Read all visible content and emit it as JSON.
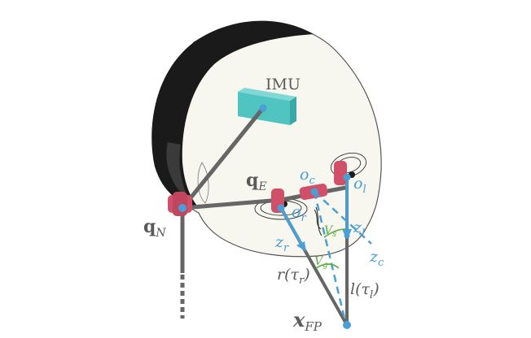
{
  "labels": {
    "imu": "IMU",
    "qN": "q",
    "qN_sub": "N",
    "qE": "q",
    "qE_sub": "E",
    "oc": "o",
    "oc_sub": "c",
    "ol": "o",
    "ol_sub": "l",
    "or": "o",
    "or_sub": "r",
    "zl": "z",
    "zl_sub": "l",
    "zr": "z",
    "zr_sub": "r",
    "zc": "z",
    "zc_sub": "c",
    "vs": "V",
    "vs_sub": "s",
    "vg": "V",
    "vg_sub": "g",
    "r_tau": "r(τ",
    "r_tau_sub": "r",
    "r_tau_close": ")",
    "l_tau": "l(τ",
    "l_tau_sub": "l",
    "l_tau_close": ")",
    "xfp": "x",
    "xfp_sub": "FP"
  },
  "colors": {
    "hair": "#1a1a1a",
    "skin": "#f7f7f0",
    "outline": "#555555",
    "imu": "#4fc4c0",
    "joint": "#d0506a",
    "rod": "#666666",
    "blue": "#4a9fd6",
    "green": "#5cae3f"
  }
}
